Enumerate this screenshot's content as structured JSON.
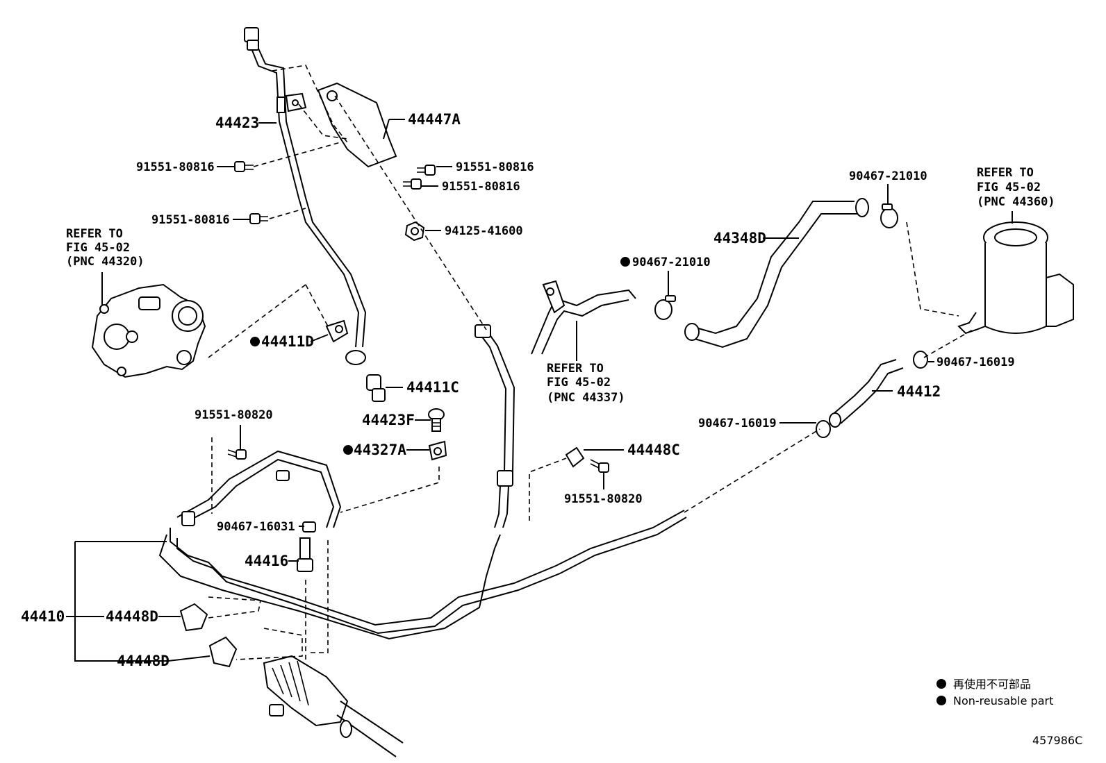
{
  "labels": {
    "p44423": "44423",
    "p44447A": "44447A",
    "p91551_a": "91551-80816",
    "p91551_b": "91551-80816",
    "p91551_c": "91551-80816",
    "p91551_d": "91551-80816",
    "p94125": "94125-41600",
    "p44411D": "44411D",
    "p44411C": "44411C",
    "p44423F": "44423F",
    "p44327A": "44327A",
    "p91551_e": "91551-80820",
    "p44448C": "44448C",
    "p91551_f": "91551-80820",
    "p90467_16031": "90467-16031",
    "p44416": "44416",
    "p44410": "44410",
    "p44448D_a": "44448D",
    "p44448D_b": "44448D",
    "p44348D": "44348D",
    "p90467_21010_a": "90467-21010",
    "p90467_21010_b": "90467-21010",
    "p90467_16019_a": "90467-16019",
    "p90467_16019_b": "90467-16019",
    "p44412": "44412"
  },
  "refs": {
    "pump": [
      "REFER TO",
      "FIG 45-02",
      "(PNC 44320)"
    ],
    "cooler": [
      "REFER TO",
      "FIG 45-02",
      "(PNC 44337)"
    ],
    "reservoir": [
      "REFER TO",
      "FIG 45-02",
      "(PNC 44360)"
    ]
  },
  "legend": {
    "jp": "再使用不可部品",
    "en": "Non-reusable part"
  },
  "diagram_code": "457986C"
}
